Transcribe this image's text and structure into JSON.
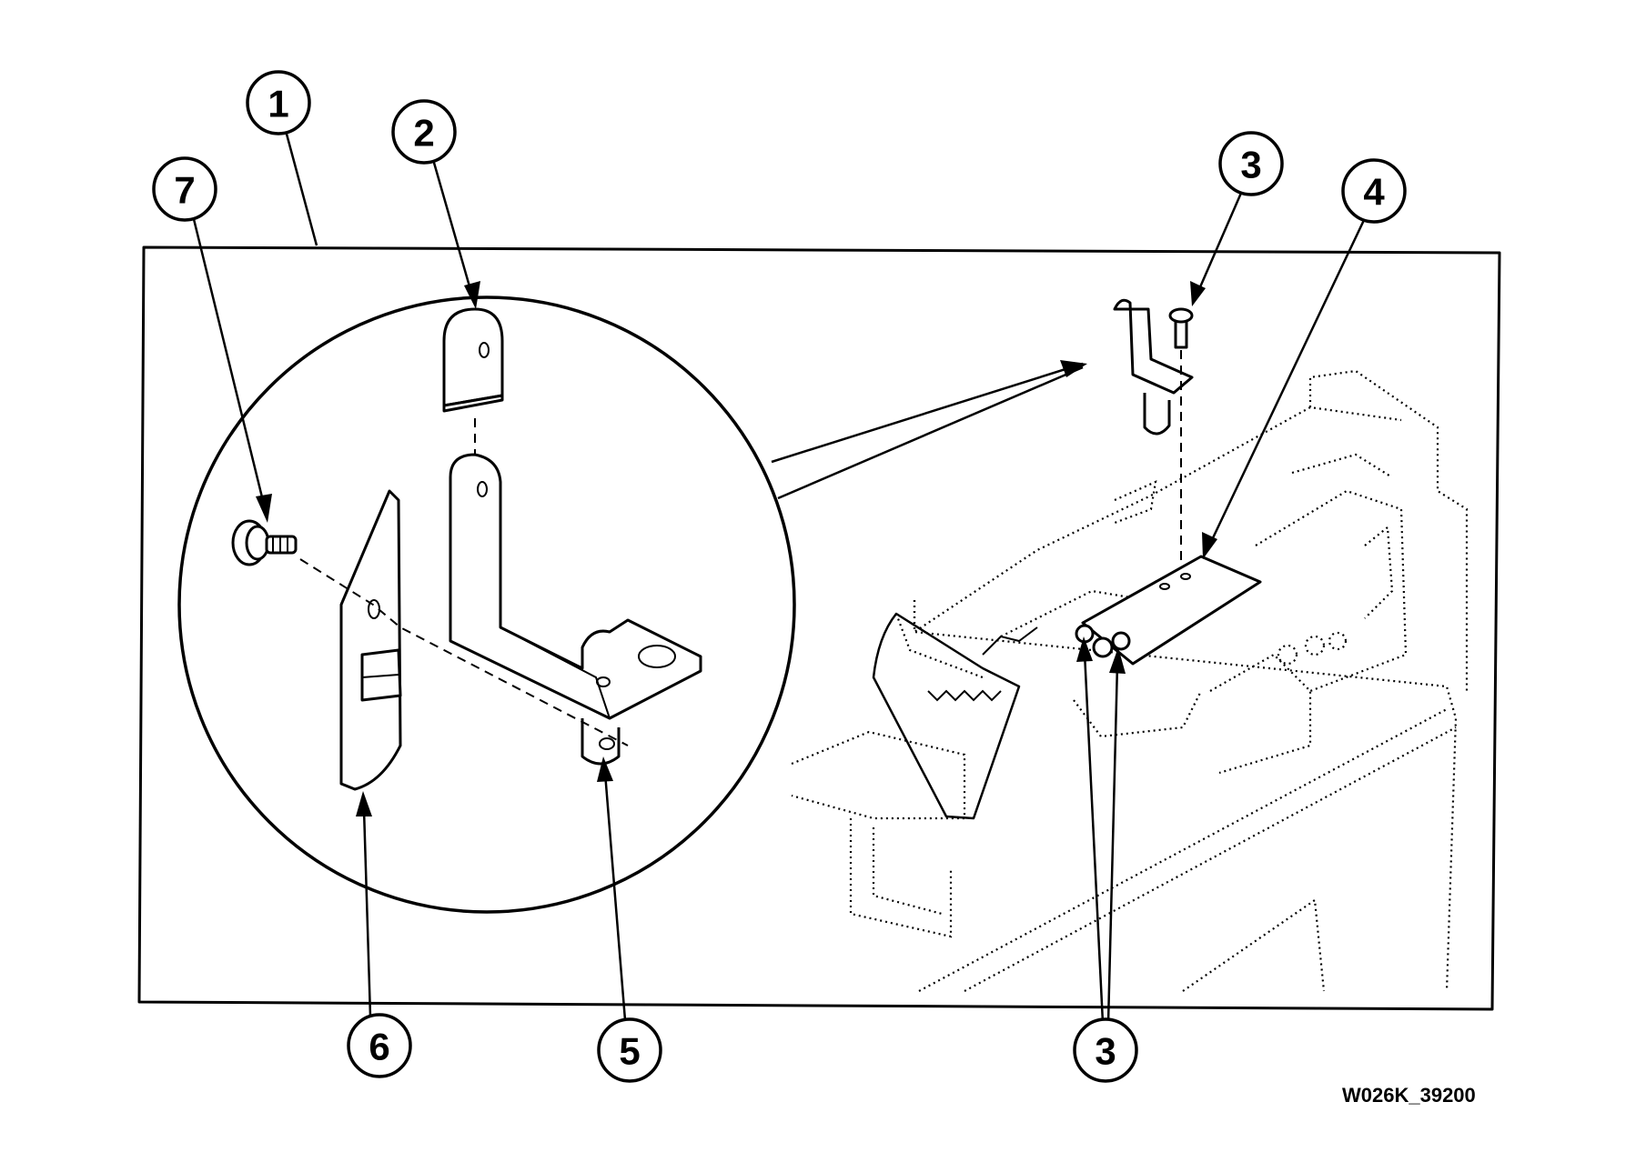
{
  "figure_id": "W026K_39200",
  "callouts": [
    {
      "id": "c1",
      "label": "1"
    },
    {
      "id": "c2",
      "label": "2"
    },
    {
      "id": "c3a",
      "label": "3"
    },
    {
      "id": "c3b",
      "label": "3"
    },
    {
      "id": "c4",
      "label": "4"
    },
    {
      "id": "c5",
      "label": "5"
    },
    {
      "id": "c6",
      "label": "6"
    },
    {
      "id": "c7",
      "label": "7"
    }
  ]
}
